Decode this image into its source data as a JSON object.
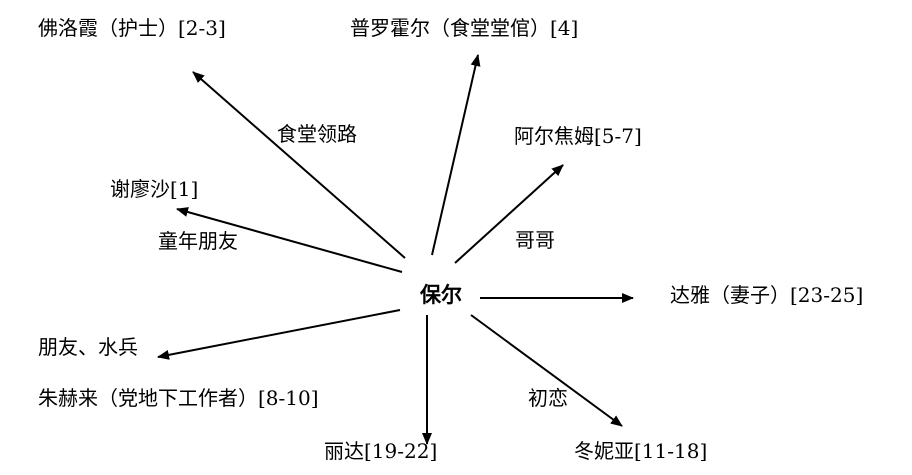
{
  "diagram": {
    "center": "保尔",
    "nodes": {
      "florova": "佛洛霞（护士）[2-3]",
      "prokhor": "普罗霍尔（食堂堂倌）[4]",
      "artyom": "阿尔焦姆[5-7]",
      "seryozha": "谢廖沙[1]",
      "dasha": "达雅（妻子）[23-25]",
      "friend_sailor": "朋友、水兵",
      "zhukhrai": "朱赫来（党地下工作者）[8-10]",
      "rita": "丽达[19-22]",
      "tonya": "冬妮亚[11-18]"
    },
    "edges": {
      "canteen_guide": "食堂领路",
      "brother": "哥哥",
      "childhood_friend": "童年朋友",
      "first_love": "初恋"
    },
    "colors": {
      "line": "#000000",
      "text": "#000000"
    }
  }
}
